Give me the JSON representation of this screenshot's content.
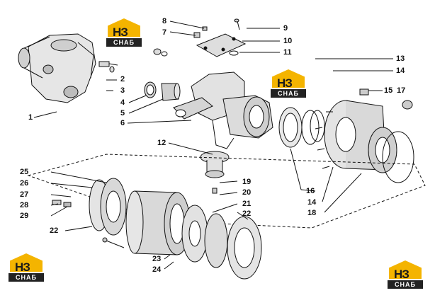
{
  "brand": {
    "mark": "НЗ",
    "caption": "СНАБ"
  },
  "callouts": [
    "1",
    "2",
    "3",
    "4",
    "5",
    "6",
    "7",
    "8",
    "9",
    "10",
    "11",
    "12",
    "13",
    "14",
    "15",
    "16",
    "17",
    "18",
    "19",
    "20",
    "21",
    "22",
    "23",
    "24",
    "25",
    "26",
    "27",
    "28",
    "29"
  ],
  "labels": {
    "n1": "1",
    "n2": "2",
    "n3": "3",
    "n4": "4",
    "n5": "5",
    "n6": "6",
    "n7": "7",
    "n8": "8",
    "n9": "9",
    "n10": "10",
    "n11": "11",
    "n12": "12",
    "n13": "13",
    "n14a": "14",
    "n14b": "14",
    "n15": "15",
    "n16": "16",
    "n17": "17",
    "n18": "18",
    "n19": "19",
    "n20": "20",
    "n21": "21",
    "n22a": "22",
    "n22b": "22",
    "n23": "23",
    "n24": "24",
    "n25": "25",
    "n26": "26",
    "n27": "27",
    "n28": "28",
    "n29": "29"
  },
  "colors": {
    "ink": "#111111",
    "logo_yellow": "#f4b400",
    "logo_dark": "#222222"
  }
}
